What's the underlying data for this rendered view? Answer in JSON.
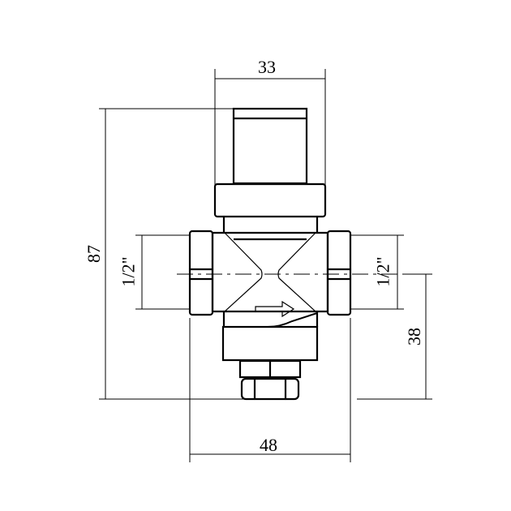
{
  "dimensions": {
    "top_width": "33",
    "total_height": "87",
    "left_thread": "1/2\"",
    "right_thread": "1/2\"",
    "axis_height": "38",
    "total_width": "48"
  },
  "colors": {
    "line": "#000000",
    "background": "#ffffff"
  }
}
